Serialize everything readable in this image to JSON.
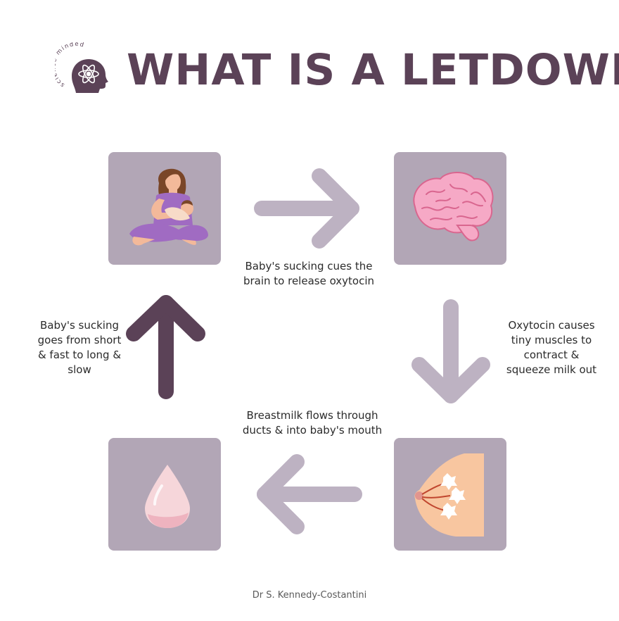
{
  "header": {
    "title": "WHAT IS A LETDOWN",
    "logo_text": "science minded"
  },
  "steps": [
    {
      "icon": "nursing-mother-icon"
    },
    {
      "icon": "brain-icon"
    },
    {
      "icon": "breast-ducts-icon"
    },
    {
      "icon": "milk-drop-icon"
    }
  ],
  "captions": {
    "top": [
      "Baby's sucking cues the",
      "brain to release oxytocin"
    ],
    "right": [
      "Oxytocin causes",
      "tiny muscles to",
      "contract &",
      "squeeze milk out"
    ],
    "bottom": [
      "Breastmilk flows through",
      "ducts & into baby's mouth"
    ],
    "left": [
      "Baby's sucking",
      "goes from short",
      "& fast to long &",
      "slow"
    ]
  },
  "footer": {
    "credit": "Dr S. Kennedy-Costantini"
  },
  "colors": {
    "title": "#5b4257",
    "tile": "#b2a6b6",
    "arrow_light": "#bdb2c2",
    "arrow_dark": "#5b4257"
  }
}
